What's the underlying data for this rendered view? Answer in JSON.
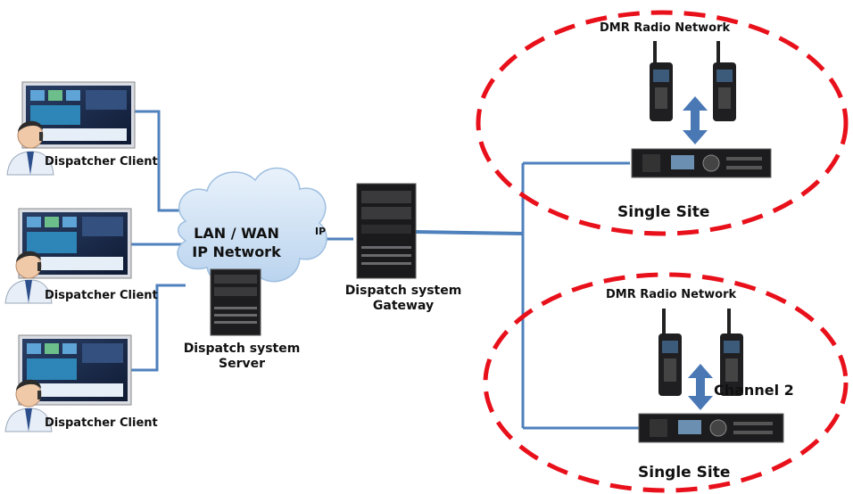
{
  "network": {
    "line1": "LAN / WAN",
    "line2": "IP Network"
  },
  "ip_label": "IP",
  "clients": [
    {
      "label": "Dispatcher  Client"
    },
    {
      "label": "Dispatcher  Client"
    },
    {
      "label": "Dispatcher  Client"
    }
  ],
  "server": {
    "line1": "Dispatch system",
    "line2": "Server"
  },
  "gateway": {
    "line1": "Dispatch system",
    "line2": "Gateway"
  },
  "sites": [
    {
      "network_label": "DMR Radio  Network",
      "site_label": "Single Site",
      "channel_label": ""
    },
    {
      "network_label": "DMR Radio  Network",
      "site_label": "Single Site",
      "channel_label": "Channel 2"
    }
  ],
  "colors": {
    "link": "#4f81bd",
    "site_border": "#e8101a",
    "cloud": "#cfe2f5",
    "arrow": "#4a78b5"
  }
}
